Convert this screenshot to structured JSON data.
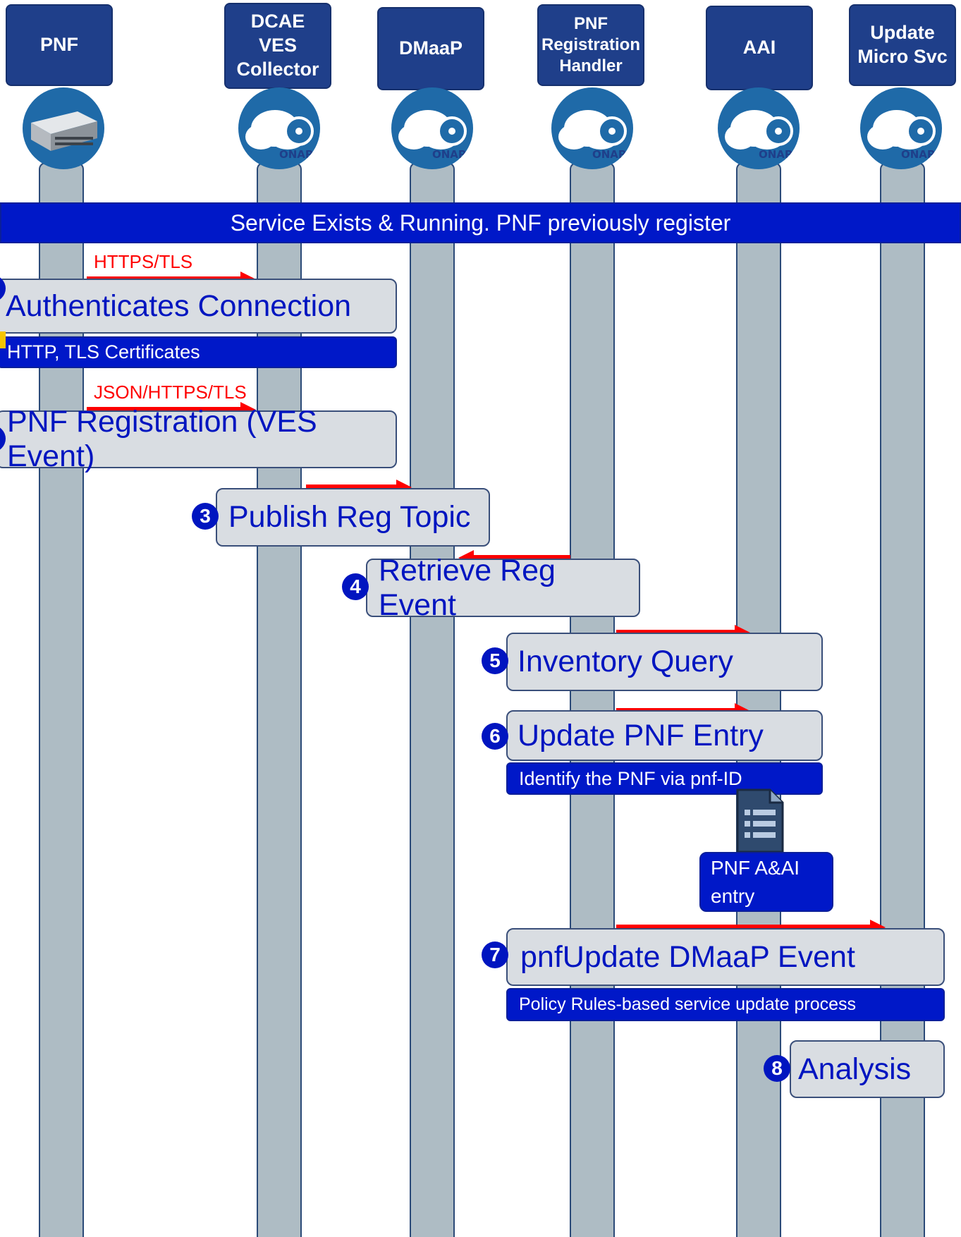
{
  "actors": [
    {
      "label": "PNF",
      "icon": "server-icon"
    },
    {
      "label": "DCAE\nVES\nCollector",
      "icon": "onap-cloud-icon"
    },
    {
      "label": "DMaaP",
      "icon": "onap-cloud-icon"
    },
    {
      "label": "PNF\nRegistration\nHandler",
      "icon": "onap-cloud-icon"
    },
    {
      "label": "AAI",
      "icon": "onap-cloud-icon"
    },
    {
      "label": "Update\nMicro Svc",
      "icon": "onap-cloud-icon"
    }
  ],
  "onap_logo_text": "ONAP",
  "banner": "Service Exists & Running. PNF previously register",
  "protocols": {
    "step1": "HTTPS/TLS",
    "step2": "JSON/HTTPS/TLS"
  },
  "steps": [
    {
      "number": "",
      "label": "Authenticates Connection"
    },
    {
      "number": "",
      "label": "PNF Registration (VES Event)"
    },
    {
      "number": "3",
      "label": "Publish Reg Topic"
    },
    {
      "number": "4",
      "label": "Retrieve Reg Event"
    },
    {
      "number": "5",
      "label": "Inventory Query"
    },
    {
      "number": "6",
      "label": "Update PNF Entry"
    },
    {
      "number": "7",
      "label": "pnfUpdate DMaaP Event"
    },
    {
      "number": "8",
      "label": "Analysis"
    }
  ],
  "notes": {
    "step1": "HTTP, TLS Certificates",
    "step6": "Identify the PNF via pnf-ID",
    "aai_entry": "PNF A&AI\nentry",
    "step7": "Policy Rules-based service update process"
  },
  "colors": {
    "accent_blue": "#0015c0",
    "arrow_red": "#ff0000",
    "header_blue": "#1f3f8a"
  }
}
